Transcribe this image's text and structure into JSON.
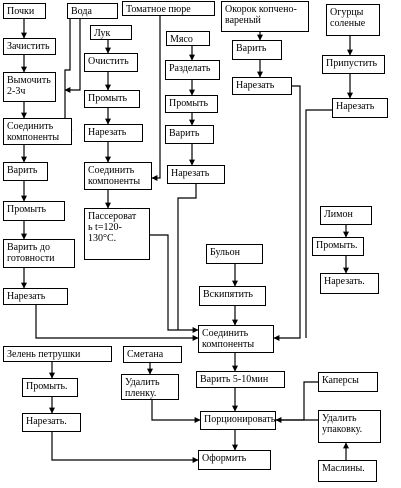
{
  "nodes": {
    "pochki": "Почки",
    "zachistit": "Зачистить",
    "vymochit": "Вымочить\n2-3ч",
    "soedinit_komponenty_1": "Соединить\nкомпоненты",
    "varit_1": "Варить",
    "promyt_1": "Промыть",
    "varit_do_gotovnosti": "Варить до\nготовности",
    "narezat_1": "Нарезать",
    "voda": "Вода",
    "luk": "Лук",
    "ochistit": "Очистить",
    "promyt_2": "Промыть",
    "narezat_2": "Нарезать",
    "soedinit_komponenty_2": "Соединить\nкомпоненты",
    "passerovat": "Пассероват\nь t=120-\n130°С.",
    "tomatnoe_pyure": "Томатное пюре",
    "myaso": "Мясо",
    "razdelat": "Разделать",
    "promyt_3": "Промыть",
    "varit_2": "Варить",
    "narezat_3": "Нарезать",
    "okorok": "Окорок копчено-\nвареный",
    "varit_3": "Варить",
    "narezat_4": "Нарезать",
    "ogurtsy": "Огурцы\nсоленые",
    "pripustit": "Припустить",
    "narezat_5": "Нарезать",
    "limon": "Лимон",
    "promyt_4": "Промыть.",
    "narezat_6": "Нарезать.",
    "bulon": "Бульон",
    "vskipyatit": "Вскипятить",
    "soedinit_komponenty_3": "Соединить\nкомпоненты",
    "varit_5_10": "Варить 5-10мин",
    "zelen": "Зелень петрушки",
    "promyt_5": "Промыть.",
    "narezat_7": "Нарезать.",
    "smetana": "Сметана",
    "udalit_plenku": "Удалить\nпленку.",
    "portsionirovat": "Порционировать",
    "oformit": "Оформить",
    "kapersy": "Каперсы",
    "udalit_upakovku": "Удалить\nупаковку.",
    "masliny": "Маслины."
  }
}
